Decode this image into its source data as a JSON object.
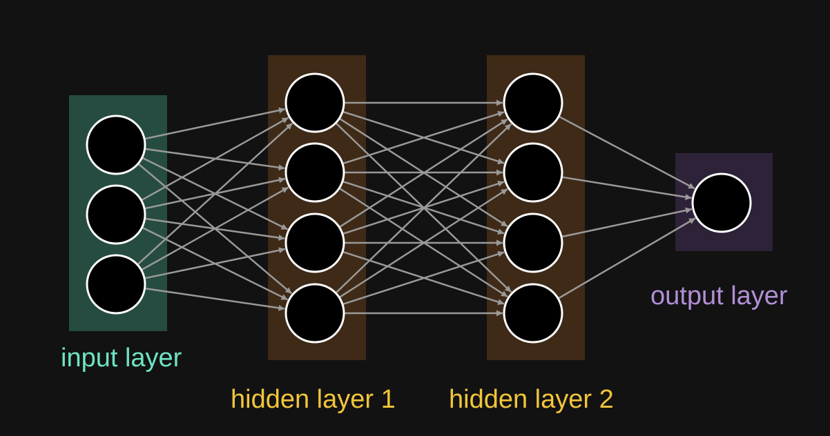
{
  "diagram": {
    "layers": [
      {
        "id": "input",
        "label": "input layer",
        "neurons": 3,
        "panel_color": "#264c41",
        "label_color": "#6fe3c4"
      },
      {
        "id": "hidden1",
        "label": "hidden layer 1",
        "neurons": 4,
        "panel_color": "#3f2a17",
        "label_color": "#f2c53a"
      },
      {
        "id": "hidden2",
        "label": "hidden layer 2",
        "neurons": 4,
        "panel_color": "#3f2a17",
        "label_color": "#f2c53a"
      },
      {
        "id": "output",
        "label": "output layer",
        "neurons": 1,
        "panel_color": "#2d2238",
        "label_color": "#b18fd6"
      }
    ],
    "connections": "fully-connected",
    "colors": {
      "background": "#121212",
      "neuron_fill": "#000000",
      "neuron_stroke": "#ffffff",
      "edge": "#9a9a9a"
    }
  }
}
